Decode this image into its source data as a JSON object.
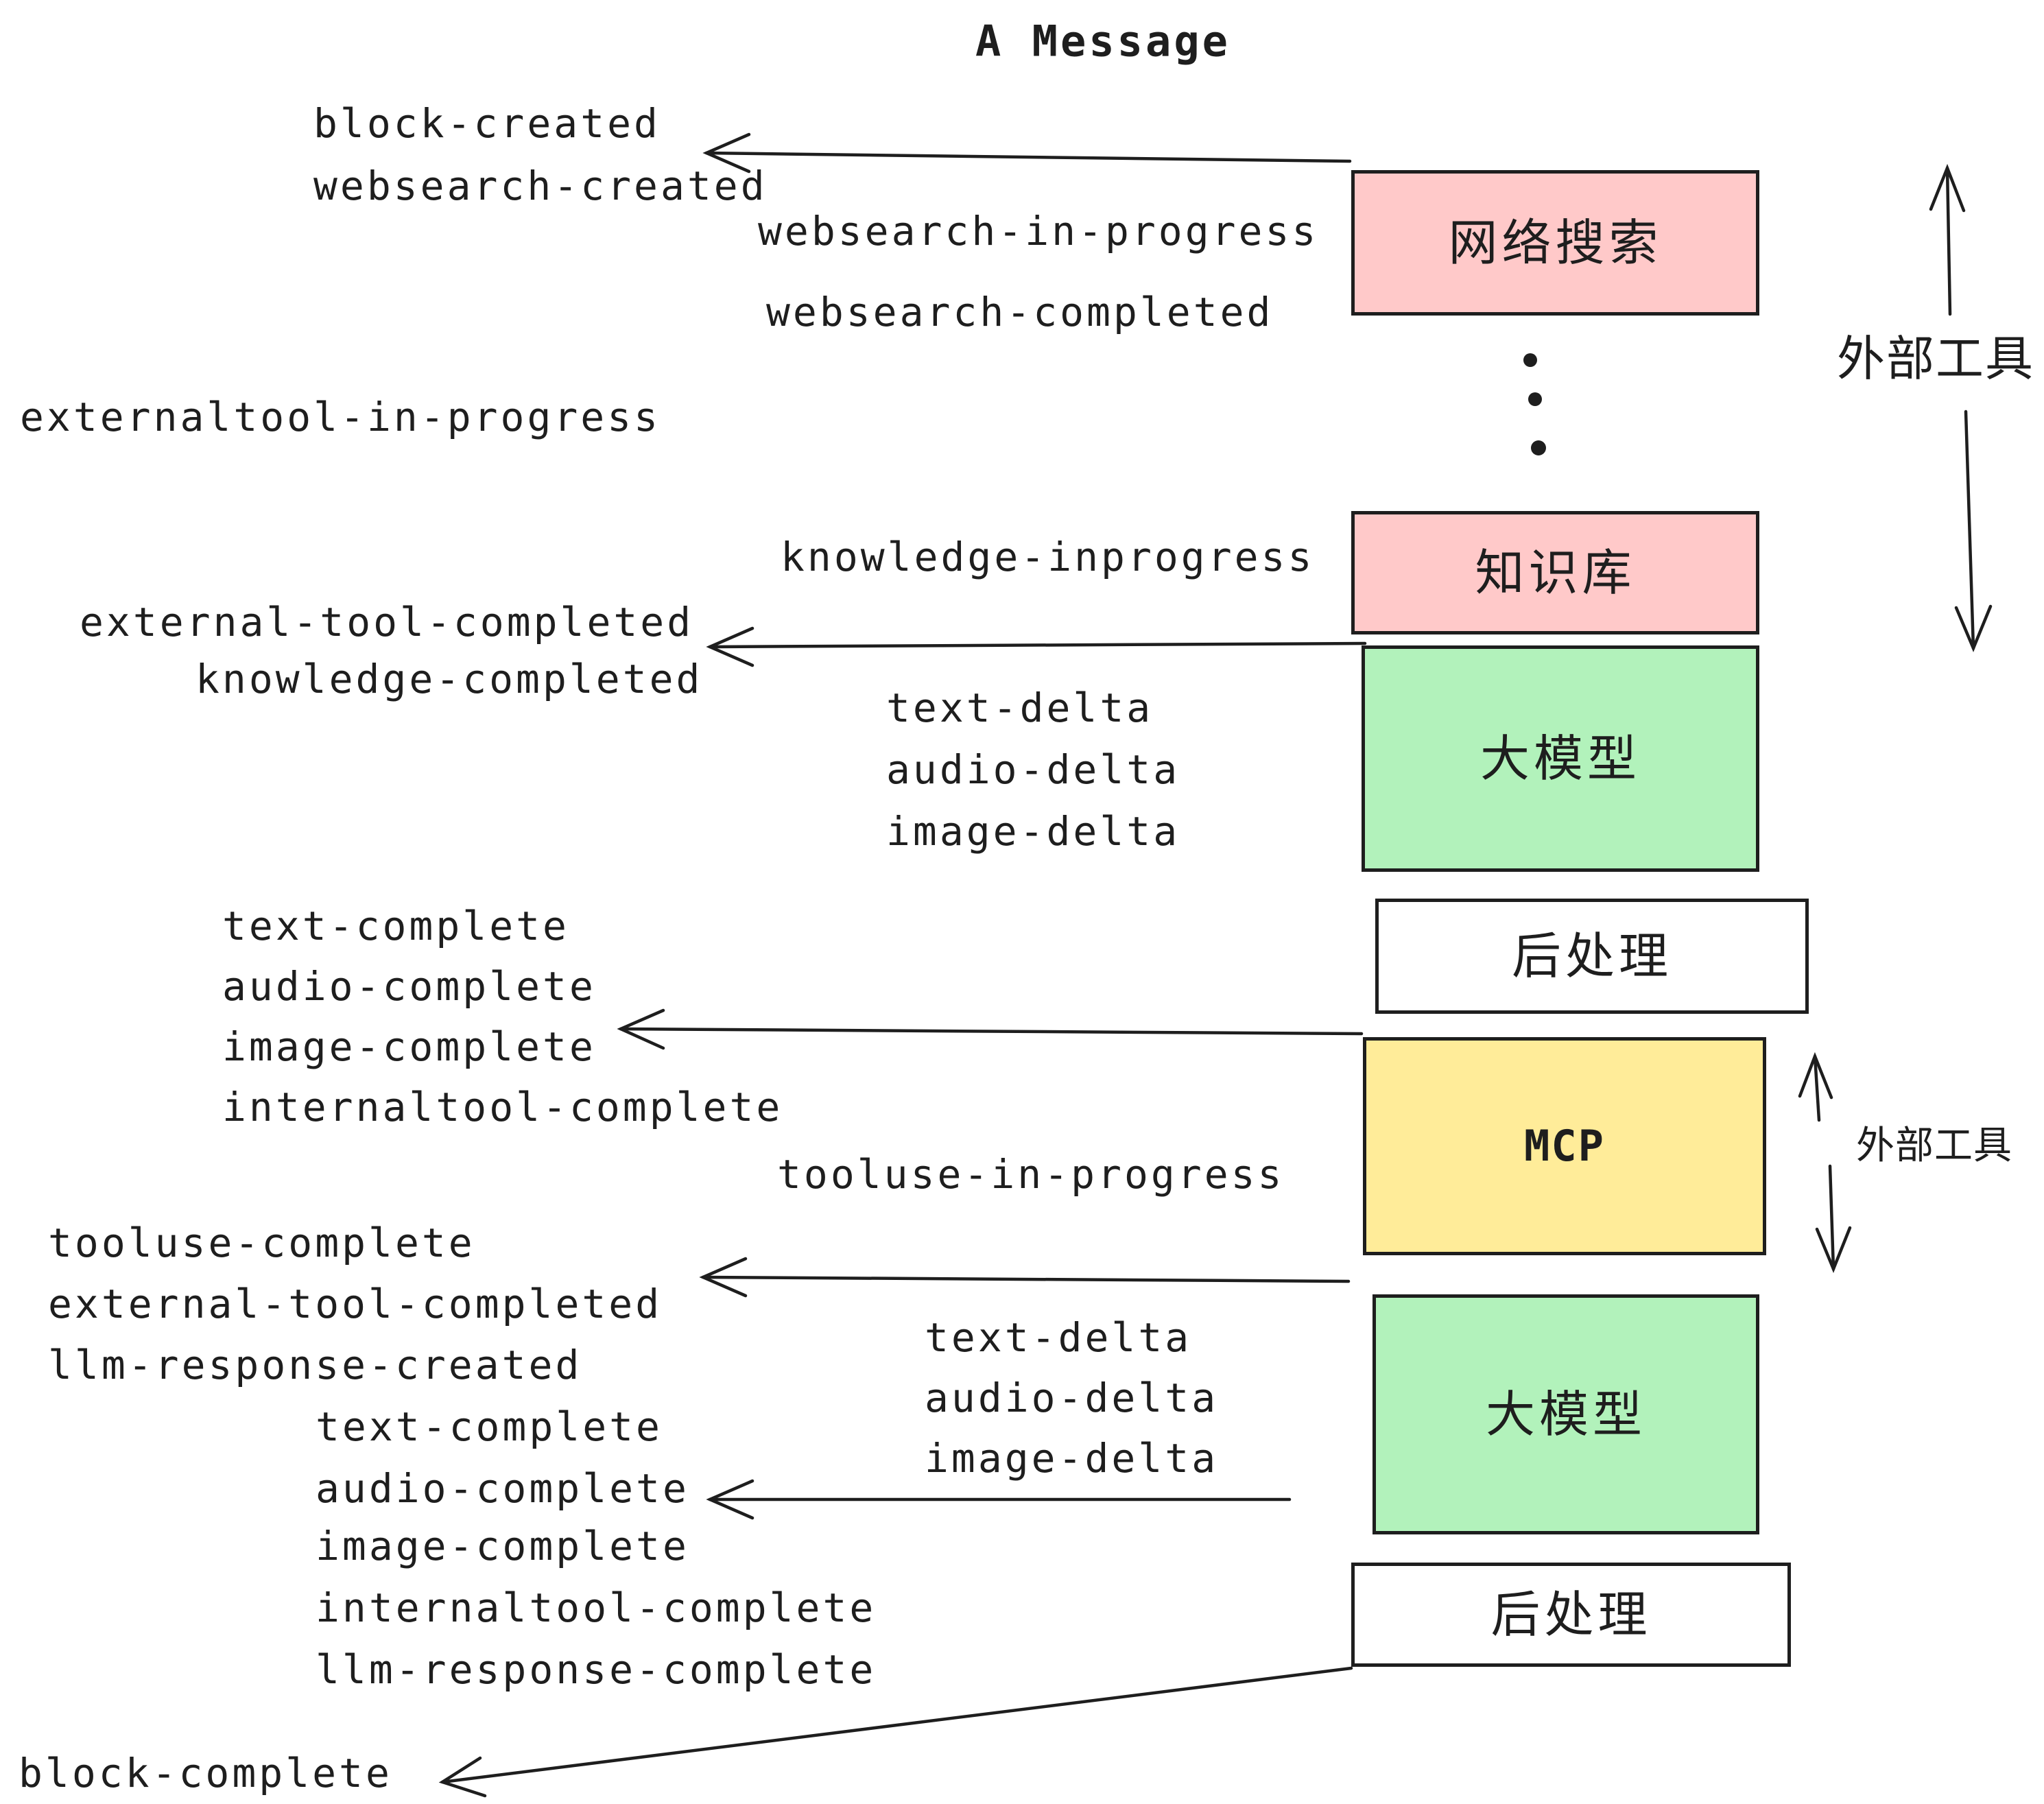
{
  "title": "A Message",
  "colors": {
    "background": "#ffffff",
    "ink": "#1e1e1e",
    "pink": "#ffc9c9",
    "green": "#b2f2bb",
    "yellow": "#ffec99",
    "white_box": "#ffffff"
  },
  "boxes": {
    "websearch": "网络搜索",
    "knowledge": "知识库",
    "llm1": "大模型",
    "post1": "后处理",
    "mcp": "MCP",
    "llm2": "大模型",
    "post2": "后处理"
  },
  "annotations": {
    "external_tools_top": "外部工具",
    "external_tools_mcp": "外部工具",
    "ellipsis_dots": "vertical-ellipsis"
  },
  "events": {
    "block_created": "block-created",
    "websearch_created": "websearch-created",
    "websearch_in_progress": "websearch-in-progress",
    "websearch_completed": "websearch-completed",
    "externaltool_in_progress": "externaltool-in-progress",
    "knowledge_inprogress": "knowledge-inprogress",
    "external_tool_completed_1": "external-tool-completed",
    "knowledge_completed": "knowledge-completed",
    "text_delta_1": "text-delta",
    "audio_delta_1": "audio-delta",
    "image_delta_1": "image-delta",
    "text_complete_1": "text-complete",
    "audio_complete_1": "audio-complete",
    "image_complete_1": "image-complete",
    "internaltool_complete_1": "internaltool-complete",
    "tooluse_in_progress": "tooluse-in-progress",
    "tooluse_complete": "tooluse-complete",
    "external_tool_completed_2": "external-tool-completed",
    "llm_response_created": "llm-response-created",
    "text_complete_2": "text-complete",
    "audio_complete_2": "audio-complete",
    "image_complete_2": "image-complete",
    "internaltool_complete_2": "internaltool-complete",
    "llm_response_complete": "llm-response-complete",
    "text_delta_2": "text-delta",
    "audio_delta_2": "audio-delta",
    "image_delta_2": "image-delta",
    "block_complete": "block-complete"
  }
}
